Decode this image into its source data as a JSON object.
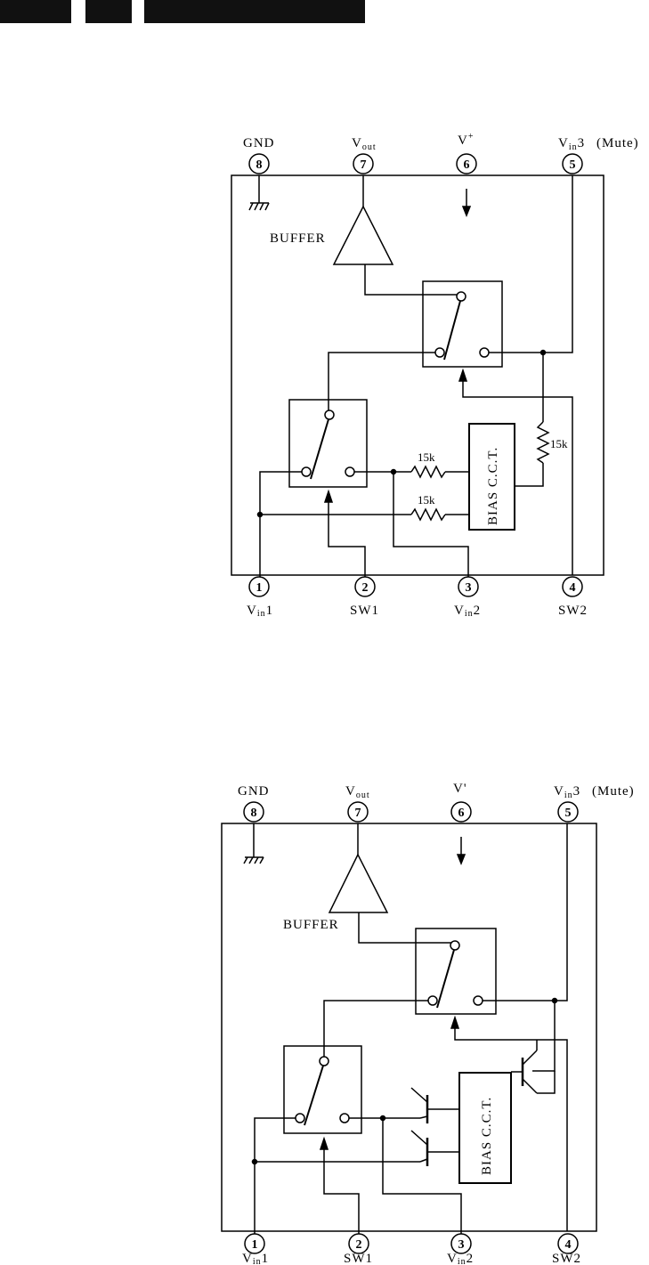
{
  "header_bars": [
    {
      "name": "header-bar-1"
    },
    {
      "name": "header-bar-2"
    },
    {
      "name": "header-bar-3"
    }
  ],
  "diagram1": {
    "pins_top": [
      {
        "num": "8",
        "label": "GND"
      },
      {
        "num": "7",
        "label_main": "V",
        "label_sub": "out"
      },
      {
        "num": "6",
        "label_main": "V",
        "label_sup": "+"
      },
      {
        "num": "5",
        "label_main": "V",
        "label_sub": "in",
        "label_tail": "3",
        "label_extra": "(Mute)"
      }
    ],
    "pins_bottom": [
      {
        "num": "1",
        "label_main": "V",
        "label_sub": "in",
        "label_tail": "1"
      },
      {
        "num": "2",
        "label": "SW1"
      },
      {
        "num": "3",
        "label_main": "V",
        "label_sub": "in",
        "label_tail": "2"
      },
      {
        "num": "4",
        "label": "SW2"
      }
    ],
    "buffer_label": "BUFFER",
    "bias_label": "BIAS C.C.T.",
    "resistor_1": "15k",
    "resistor_2": "15k",
    "resistor_3": "15k"
  },
  "diagram2": {
    "pins_top": [
      {
        "num": "8",
        "label": "GND"
      },
      {
        "num": "7",
        "label_main": "V",
        "label_sub": "out"
      },
      {
        "num": "6",
        "label_main": "V'"
      },
      {
        "num": "5",
        "label_main": "V",
        "label_sub": "in",
        "label_tail": "3",
        "label_extra": "(Mute)"
      }
    ],
    "pins_bottom": [
      {
        "num": "1",
        "label_main": "V",
        "label_sub": "in",
        "label_tail": "1"
      },
      {
        "num": "2",
        "label": "SW1"
      },
      {
        "num": "3",
        "label_main": "V",
        "label_sub": "in",
        "label_tail": "2"
      },
      {
        "num": "4",
        "label": "SW2"
      }
    ],
    "buffer_label": "BUFFER",
    "bias_label": "BIAS C.C.T."
  }
}
